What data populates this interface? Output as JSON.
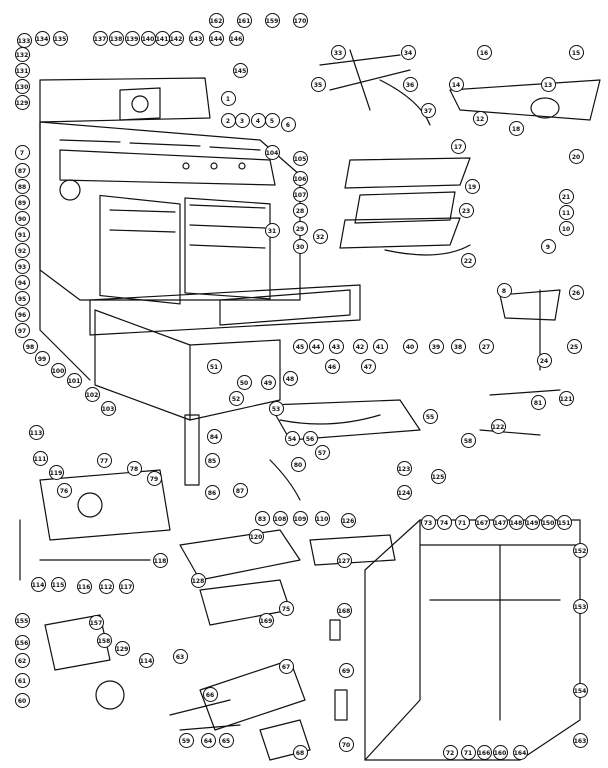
{
  "diagram": {
    "callouts": [
      "133",
      "134",
      "135",
      "137",
      "138",
      "139",
      "140",
      "141",
      "142",
      "143",
      "144",
      "146",
      "145",
      "132",
      "131",
      "130",
      "129",
      "1",
      "2",
      "3",
      "4",
      "5",
      "6",
      "7",
      "87",
      "88",
      "89",
      "90",
      "91",
      "92",
      "93",
      "94",
      "95",
      "96",
      "97",
      "98",
      "99",
      "100",
      "101",
      "102",
      "103",
      "104",
      "105",
      "106",
      "107",
      "28",
      "29",
      "30",
      "31",
      "32",
      "33",
      "34",
      "35",
      "36",
      "37",
      "16",
      "15",
      "14",
      "13",
      "12",
      "18",
      "20",
      "17",
      "19",
      "23",
      "22",
      "21",
      "11",
      "10",
      "9",
      "8",
      "26",
      "25",
      "24",
      "27",
      "38",
      "39",
      "40",
      "41",
      "42",
      "43",
      "44",
      "45",
      "46",
      "47",
      "48",
      "49",
      "50",
      "51",
      "52",
      "53",
      "54",
      "55",
      "56",
      "57",
      "58",
      "122",
      "81",
      "121",
      "123",
      "124",
      "125",
      "84",
      "85",
      "86",
      "87",
      "80",
      "83",
      "108",
      "109",
      "110",
      "111",
      "119",
      "76",
      "77",
      "78",
      "79",
      "112",
      "113",
      "114",
      "115",
      "116",
      "117",
      "118",
      "120",
      "126",
      "127",
      "128",
      "75",
      "169",
      "168",
      "73",
      "74",
      "71",
      "167",
      "147",
      "148",
      "149",
      "150",
      "151",
      "152",
      "153",
      "154",
      "155",
      "156",
      "157",
      "158",
      "129",
      "114",
      "63",
      "62",
      "61",
      "60",
      "59",
      "64",
      "65",
      "66",
      "67",
      "68",
      "69",
      "70",
      "72",
      "71",
      "166",
      "160",
      "164",
      "163",
      "162",
      "161",
      "159",
      "170"
    ]
  }
}
